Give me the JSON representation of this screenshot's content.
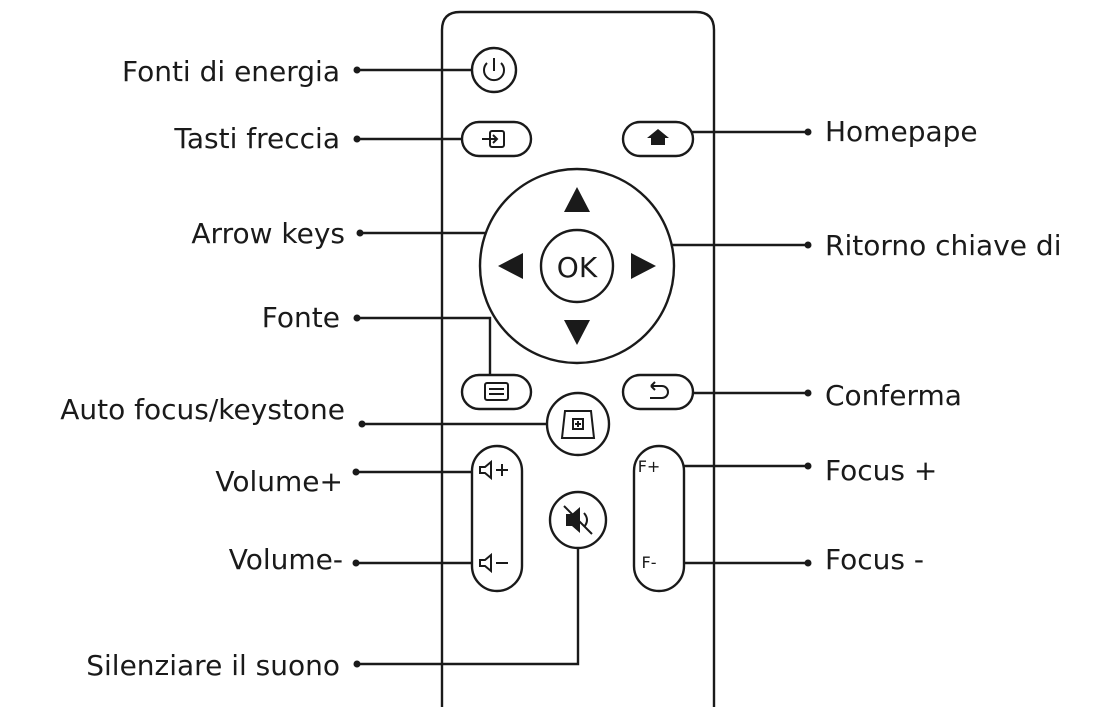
{
  "labels": {
    "power": "Fonti di energia",
    "arrow_keys_top": "Tasti freccia",
    "arrow_keys": "Arrow keys",
    "fonte": "Fonte",
    "auto_focus": "Auto focus/keystone",
    "volume_up": "Volume+",
    "volume_down": "Volume-",
    "mute": "Silenziare il suono",
    "home": "Homepape",
    "ok_return": "Ritorno chiave di",
    "confirm": "Conferma",
    "focus_plus": "Focus +",
    "focus_minus": "Focus -"
  },
  "buttons": {
    "ok": "OK",
    "focus_plus": "F+",
    "focus_minus": "F-"
  },
  "icons": [
    "power-icon",
    "input-icon",
    "home-icon",
    "arrow-up-icon",
    "arrow-down-icon",
    "arrow-left-icon",
    "arrow-right-icon",
    "menu-icon",
    "back-icon",
    "keystone-icon",
    "volume-up-icon",
    "volume-down-icon",
    "mute-icon"
  ]
}
